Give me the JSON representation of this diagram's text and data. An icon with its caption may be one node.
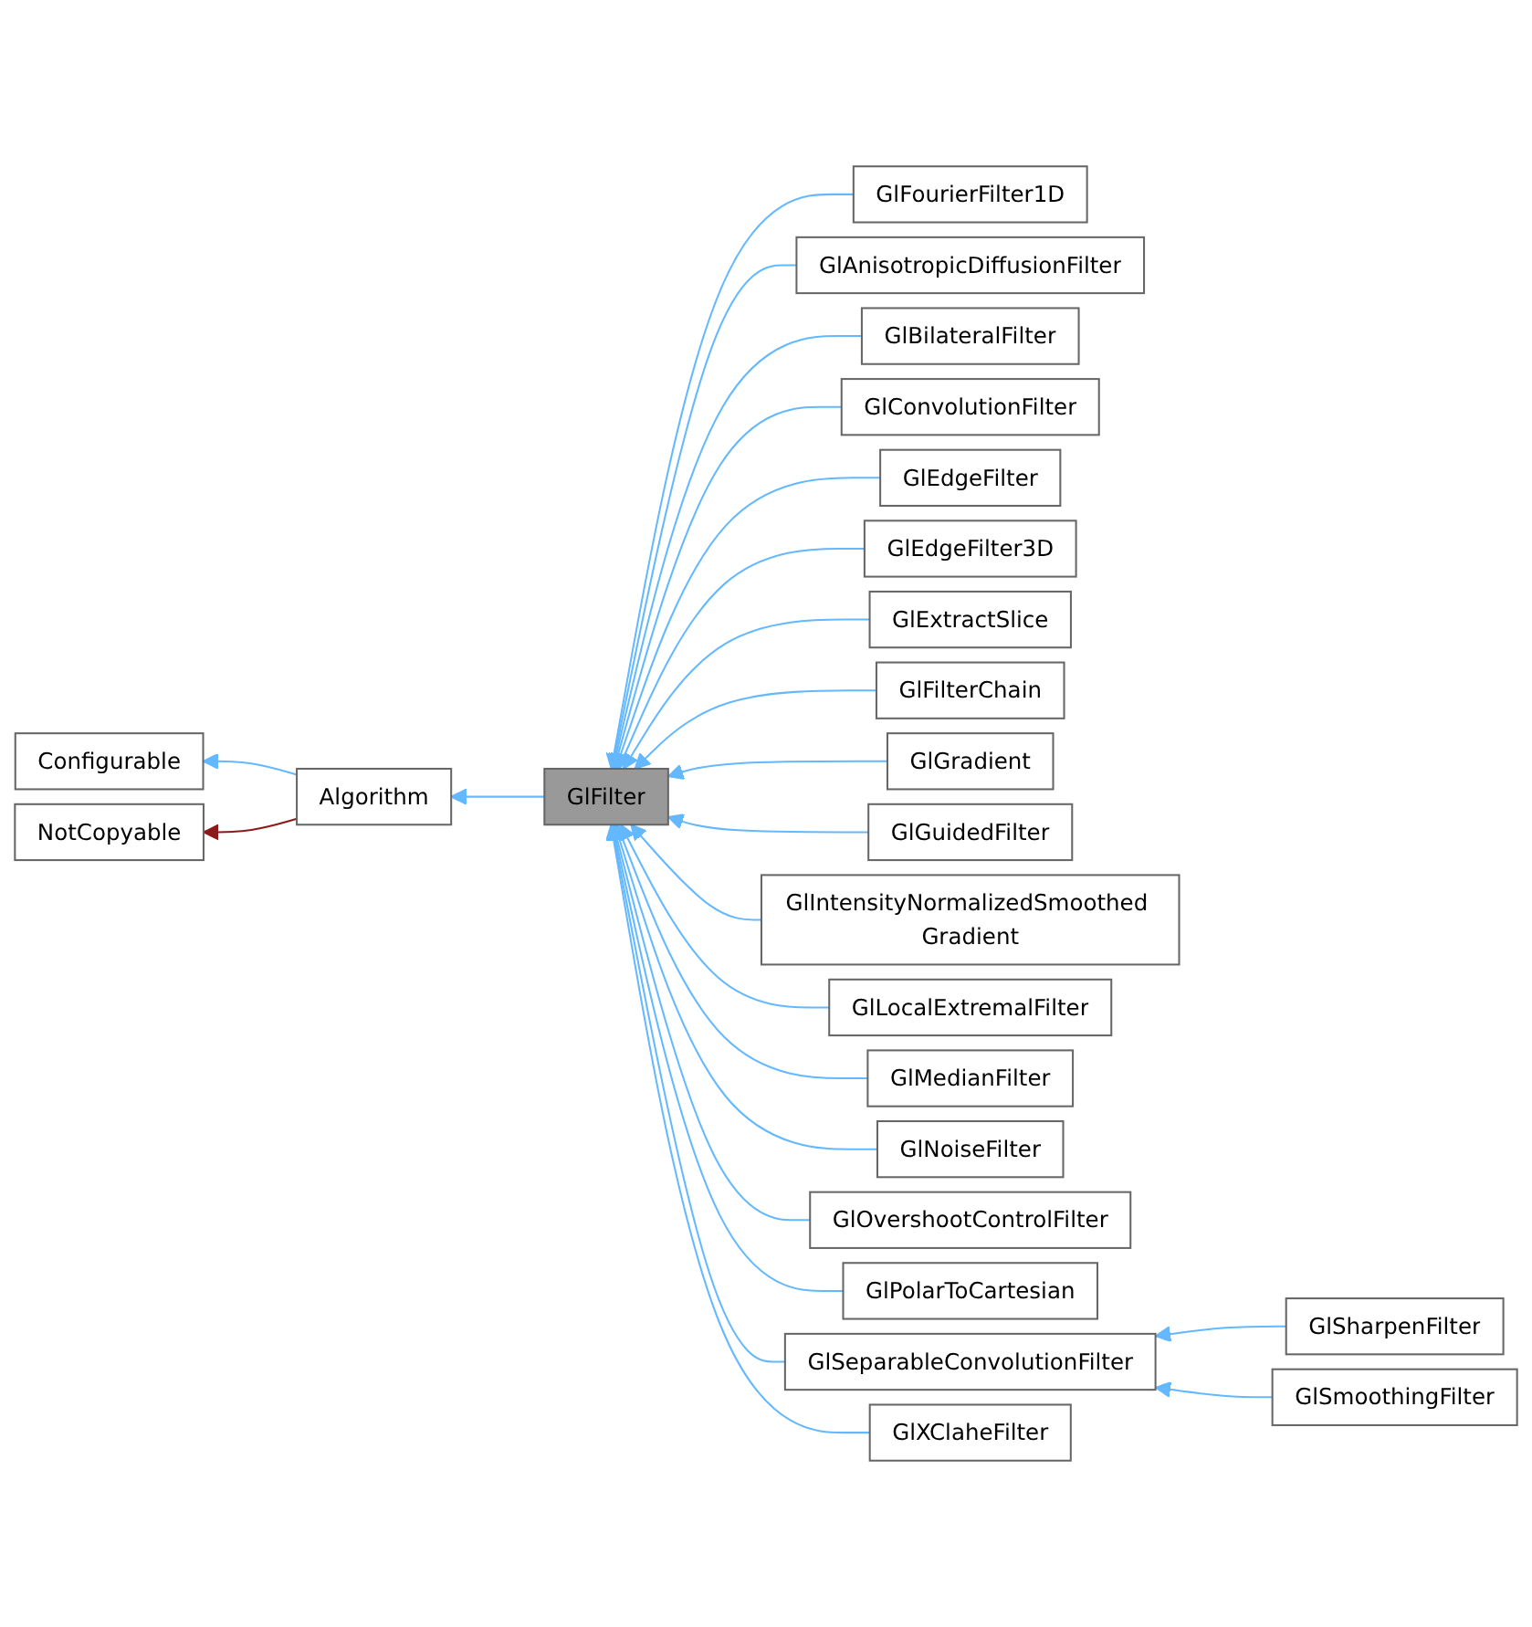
{
  "diagram": {
    "nodes": [
      {
        "text": [
          "Configurable"
        ]
      },
      {
        "text": [
          "NotCopyable"
        ]
      },
      {
        "text": [
          "Algorithm"
        ]
      },
      {
        "text": [
          "GlFilter"
        ]
      },
      {
        "text": [
          "GlFourierFilter1D"
        ]
      },
      {
        "text": [
          "GlAnisotropicDiffusionFilter"
        ]
      },
      {
        "text": [
          "GlBilateralFilter"
        ]
      },
      {
        "text": [
          "GlConvolutionFilter"
        ]
      },
      {
        "text": [
          "GlEdgeFilter"
        ]
      },
      {
        "text": [
          "GlEdgeFilter3D"
        ]
      },
      {
        "text": [
          "GlExtractSlice"
        ]
      },
      {
        "text": [
          "GlFilterChain"
        ]
      },
      {
        "text": [
          "GlGradient"
        ]
      },
      {
        "text": [
          "GlGuidedFilter"
        ]
      },
      {
        "text": [
          "GlIntensityNormalizedSmoothed Gradient"
        ]
      },
      {
        "text": [
          "GlLocalExtremalFilter"
        ]
      },
      {
        "text": [
          "GlMedianFilter"
        ]
      },
      {
        "text": [
          "GlNoiseFilter"
        ]
      },
      {
        "text": [
          "GlOvershootControlFilter"
        ]
      },
      {
        "text": [
          "GlPolarToCartesian"
        ]
      },
      {
        "text": [
          "GlSeparableConvolutionFilter"
        ]
      },
      {
        "text": [
          "GlXClaheFilter"
        ]
      },
      {
        "text": [
          "GlSharpenFilter"
        ]
      },
      {
        "text": [
          "GlSmoothingFilter"
        ]
      }
    ],
    "edges": [
      {
        "from": 2,
        "to": 0,
        "arrow": "to"
      },
      {
        "from": 2,
        "to": 1,
        "arrow": "to",
        "color": "#8b1a1a"
      },
      {
        "from": 3,
        "to": 2,
        "arrow": "to"
      },
      {
        "from": 4,
        "to": 3,
        "arrow": "to"
      },
      {
        "from": 5,
        "to": 3,
        "arrow": "to"
      },
      {
        "from": 6,
        "to": 3,
        "arrow": "to"
      },
      {
        "from": 7,
        "to": 3,
        "arrow": "to"
      },
      {
        "from": 8,
        "to": 3,
        "arrow": "to"
      },
      {
        "from": 9,
        "to": 3,
        "arrow": "to"
      },
      {
        "from": 10,
        "to": 3,
        "arrow": "to"
      },
      {
        "from": 11,
        "to": 3,
        "arrow": "to"
      },
      {
        "from": 12,
        "to": 3,
        "arrow": "to"
      },
      {
        "from": 13,
        "to": 3,
        "arrow": "to"
      },
      {
        "from": 14,
        "to": 3,
        "arrow": "to"
      },
      {
        "from": 15,
        "to": 3,
        "arrow": "to"
      },
      {
        "from": 16,
        "to": 3,
        "arrow": "to"
      },
      {
        "from": 17,
        "to": 3,
        "arrow": "to"
      },
      {
        "from": 18,
        "to": 3,
        "arrow": "to"
      },
      {
        "from": 19,
        "to": 3,
        "arrow": "to"
      },
      {
        "from": 20,
        "to": 3,
        "arrow": "to"
      },
      {
        "from": 21,
        "to": 3,
        "arrow": "to"
      },
      {
        "from": 22,
        "to": 20,
        "arrow": "to"
      },
      {
        "from": 23,
        "to": 20,
        "arrow": "to"
      }
    ]
  }
}
